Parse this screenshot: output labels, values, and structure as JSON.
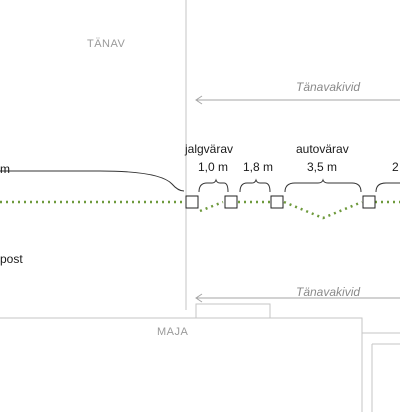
{
  "labels": {
    "street": "TÄNAV",
    "house": "MAJA",
    "curb_top": "Tänavakivid",
    "curb_bottom": "Tänavakivid",
    "left_measure_fragment": "m",
    "post_fragment": "post",
    "pedestrian_gate": "jalgvärav",
    "car_gate": "autovärav",
    "right_fragment": "2"
  },
  "dimensions": {
    "gate_width": "1,0 m",
    "gap_width": "1,8 m",
    "car_gate_width": "3,5 m"
  },
  "colors": {
    "fence_dotted": "#6e9a3c",
    "boundary_line": "#c6c6c6",
    "arrow": "#a6a6a6",
    "post_stroke": "#222222",
    "brace": "#333333"
  }
}
